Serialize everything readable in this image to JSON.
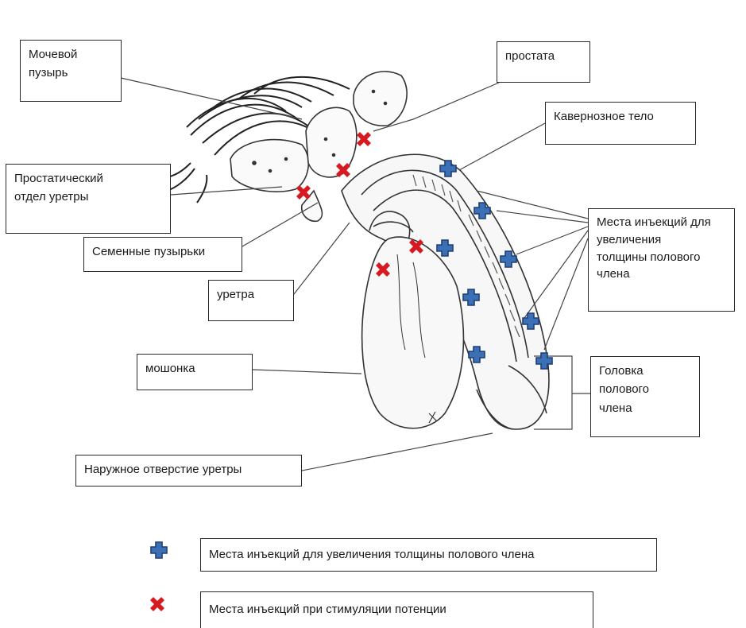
{
  "labels": {
    "bladder": [
      "Мочевой",
      "пузырь"
    ],
    "prostate": "простата",
    "cavernous": "Кавернозное тело",
    "prostatic_urethra": [
      "Простатический",
      "отдел  уретры"
    ],
    "seminal": "Семенные пузырьки",
    "urethra": "уретра",
    "injection_thickness": [
      "Места инъекций для",
      "увеличения",
      "толщины полового",
      "члена"
    ],
    "scrotum": "мошонка",
    "glans": [
      "Головка",
      "полового",
      "члена"
    ],
    "meatus": "Наружное отверстие уретры"
  },
  "legend": {
    "blue_plus": "Места инъекций для увеличения толщины полового члена",
    "red_x": "Места инъекций при стимуляции потенции"
  },
  "colors": {
    "blue_marker": "#3b6fb6",
    "red_marker": "#d71920",
    "line": "#444444"
  },
  "icons": {
    "blue_marker": "plus-marker-icon",
    "red_marker": "x-marker-icon"
  }
}
